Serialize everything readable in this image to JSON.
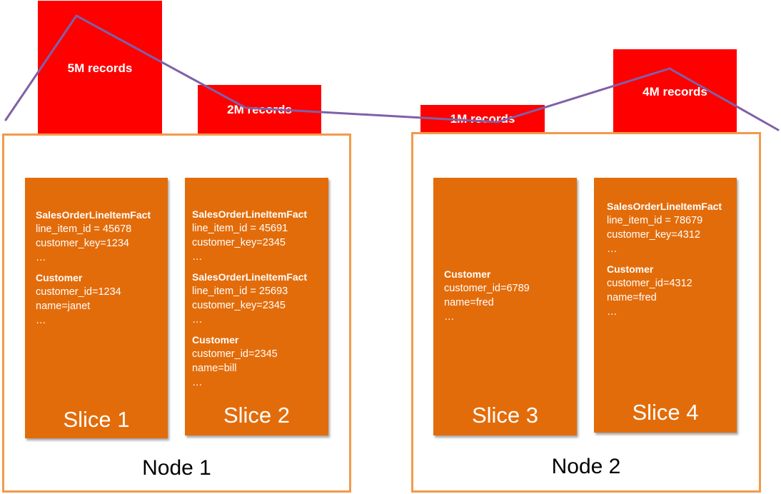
{
  "colors": {
    "bar": "#ff0000",
    "trend_line": "#7f60a8",
    "slice_fill": "#e36c0a",
    "node_border": "#f29a4b"
  },
  "bars": [
    {
      "label": "5M records",
      "records_millions": 5
    },
    {
      "label": "2M records",
      "records_millions": 2
    },
    {
      "label": "1M records",
      "records_millions": 1
    },
    {
      "label": "4M records",
      "records_millions": 4
    }
  ],
  "nodes": [
    {
      "label": "Node 1",
      "slices": [
        {
          "label": "Slice 1",
          "records": [
            {
              "table": "SalesOrderLineItemFact",
              "lines": [
                "line_item_id = 45678",
                "customer_key=1234",
                "…"
              ]
            },
            {
              "table": "Customer",
              "lines": [
                "customer_id=1234",
                "name=janet",
                "…"
              ]
            }
          ]
        },
        {
          "label": "Slice 2",
          "records": [
            {
              "table": "SalesOrderLineItemFact",
              "lines": [
                "line_item_id = 45691",
                "customer_key=2345",
                "…"
              ]
            },
            {
              "table": "SalesOrderLineItemFact",
              "lines": [
                "line_item_id = 25693",
                "customer_key=2345",
                "…"
              ]
            },
            {
              "table": "Customer",
              "lines": [
                "customer_id=2345",
                "name=bill",
                "…"
              ]
            }
          ]
        }
      ]
    },
    {
      "label": "Node 2",
      "slices": [
        {
          "label": "Slice 3",
          "records": [
            {
              "table": "Customer",
              "lines": [
                "customer_id=6789",
                "name=fred",
                "…"
              ]
            }
          ]
        },
        {
          "label": "Slice 4",
          "records": [
            {
              "table": "SalesOrderLineItemFact",
              "lines": [
                "line_item_id = 78679",
                "customer_key=4312",
                "…"
              ]
            },
            {
              "table": "Customer",
              "lines": [
                "customer_id=4312",
                "name=fred",
                "…"
              ]
            }
          ]
        }
      ]
    }
  ]
}
